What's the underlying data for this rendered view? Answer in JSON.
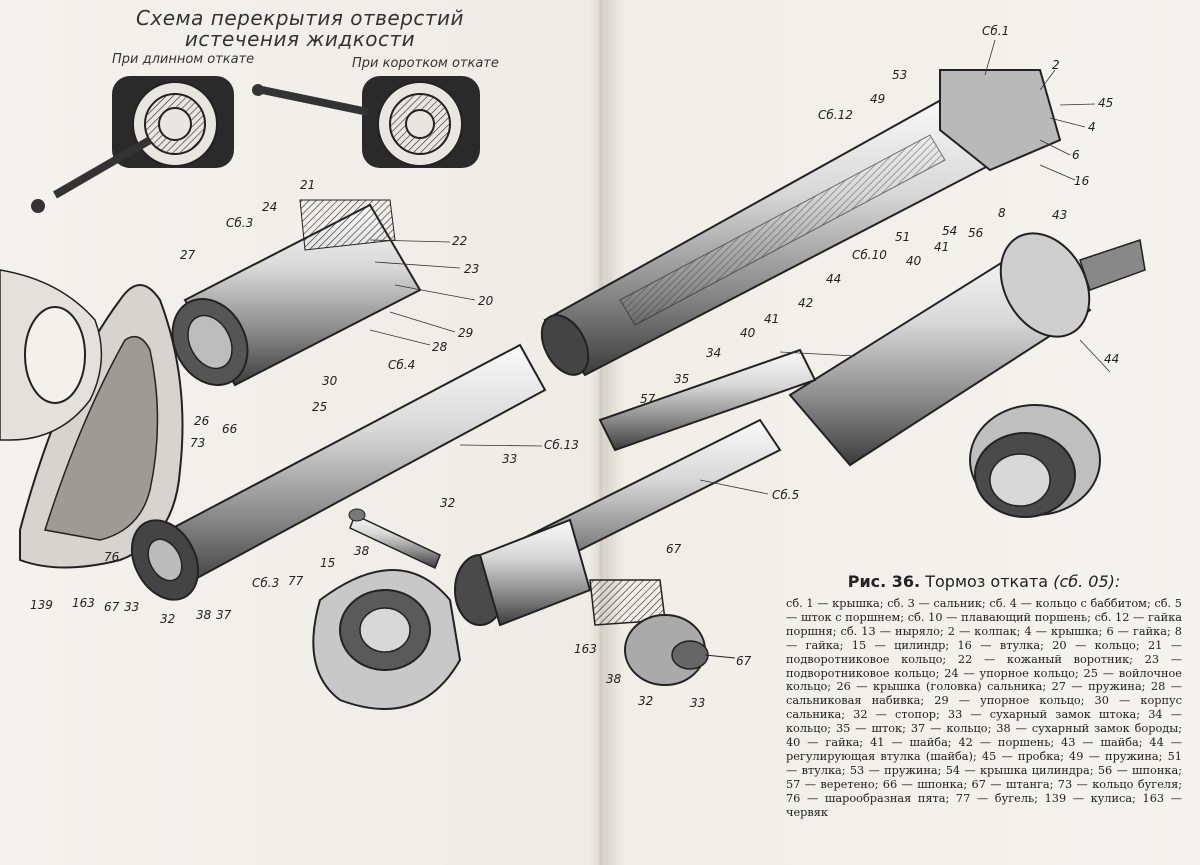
{
  "heading": {
    "line1": "Схема перекрытия отверстий",
    "line2": "истечения жидкости"
  },
  "subheadings": {
    "long": "При длинном откате",
    "short": "При коротком откате"
  },
  "labels": [
    {
      "id": "sb1",
      "text": "Сб.1"
    },
    {
      "id": "n2",
      "text": "2"
    },
    {
      "id": "n45",
      "text": "45"
    },
    {
      "id": "n4",
      "text": "4"
    },
    {
      "id": "n6",
      "text": "6"
    },
    {
      "id": "n16",
      "text": "16"
    },
    {
      "id": "n53",
      "text": "53"
    },
    {
      "id": "n49",
      "text": "49"
    },
    {
      "id": "sb12",
      "text": "Сб.12"
    },
    {
      "id": "n8",
      "text": "8"
    },
    {
      "id": "n56",
      "text": "56"
    },
    {
      "id": "n54",
      "text": "54"
    },
    {
      "id": "n51",
      "text": "51"
    },
    {
      "id": "sb10",
      "text": "Сб.10"
    },
    {
      "id": "n43",
      "text": "43"
    },
    {
      "id": "n41",
      "text": "41"
    },
    {
      "id": "n40b",
      "text": "40"
    },
    {
      "id": "n44a",
      "text": "44"
    },
    {
      "id": "n42",
      "text": "42"
    },
    {
      "id": "n41b",
      "text": "41"
    },
    {
      "id": "n40",
      "text": "40"
    },
    {
      "id": "n34",
      "text": "34"
    },
    {
      "id": "n35",
      "text": "35"
    },
    {
      "id": "n57",
      "text": "57"
    },
    {
      "id": "n44b",
      "text": "44"
    },
    {
      "id": "n21",
      "text": "21"
    },
    {
      "id": "sb3a",
      "text": "Сб.3"
    },
    {
      "id": "n24",
      "text": "24"
    },
    {
      "id": "n22",
      "text": "22"
    },
    {
      "id": "n23",
      "text": "23"
    },
    {
      "id": "n27",
      "text": "27"
    },
    {
      "id": "n20",
      "text": "20"
    },
    {
      "id": "n29",
      "text": "29"
    },
    {
      "id": "n28",
      "text": "28"
    },
    {
      "id": "sb4",
      "text": "Сб.4"
    },
    {
      "id": "n30",
      "text": "30"
    },
    {
      "id": "n25",
      "text": "25"
    },
    {
      "id": "n26",
      "text": "26"
    },
    {
      "id": "n73",
      "text": "73"
    },
    {
      "id": "n66",
      "text": "66"
    },
    {
      "id": "sb13",
      "text": "Сб.13"
    },
    {
      "id": "sb5",
      "text": "Сб.5"
    },
    {
      "id": "n33a",
      "text": "33"
    },
    {
      "id": "n67a",
      "text": "67"
    },
    {
      "id": "n32a",
      "text": "32"
    },
    {
      "id": "n38a",
      "text": "38"
    },
    {
      "id": "n15",
      "text": "15"
    },
    {
      "id": "n77",
      "text": "77"
    },
    {
      "id": "sb3b",
      "text": "Сб.3"
    },
    {
      "id": "n76",
      "text": "76"
    },
    {
      "id": "n163a",
      "text": "163"
    },
    {
      "id": "n67b",
      "text": "67"
    },
    {
      "id": "n33b",
      "text": "33"
    },
    {
      "id": "n32b",
      "text": "32"
    },
    {
      "id": "n38b",
      "text": "38"
    },
    {
      "id": "n37",
      "text": "37"
    },
    {
      "id": "n139",
      "text": "139"
    },
    {
      "id": "n163b",
      "text": "163"
    },
    {
      "id": "n38c",
      "text": "38"
    },
    {
      "id": "n32c",
      "text": "32"
    },
    {
      "id": "n33c",
      "text": "33"
    },
    {
      "id": "n67c",
      "text": "67"
    }
  ],
  "caption": {
    "fig": "Рис. 36.",
    "title": "Тормоз отката",
    "code": "(сб. 05):",
    "text": "сб. 1 — крышка; сб. 3 — сальник; сб. 4 — кольцо с баббитом; сб. 5 — шток с поршнем; сб. 10 — плавающий поршень; сб. 12 — гайка поршня; сб. 13 — ныряло; 2 — колпак; 4 — крышка; 6 — гайка; 8 — гайка; 15 — цилиндр; 16 — втулка; 20 — кольцо; 21 — подворотниковое кольцо; 22 — кожаный воротник; 23 — подворотниковое кольцо; 24 — упорное кольцо; 25 — войлочное кольцо; 26 — крышка (головка) сальника; 27 — пружина; 28 — сальниковая набивка; 29 — упорное кольцо; 30 — корпус сальника; 32 — стопор; 33 — сухарный замок штока; 34 — кольцо; 35 — шток; 37 — кольцо; 38 — сухарный замок бороды; 40 — гайка; 41 — шайба; 42 — поршень; 43 — шайба; 44 — регулирующая втулка (шайба); 45 — пробка; 49 — пружина; 51 — втулка; 53 — пружина; 54 — крышка цилиндра; 56 — шпонка; 57 — веретено; 66 — шпонка; 67 — штанга; 73 — кольцо бугеля; 76 — шарообразная пята; 77 — бугель; 139 — кулиса; 163 — червяк"
  },
  "colors": {
    "ink": "#2a2a2a",
    "paper": "#f3f1ec",
    "shade": "#6e6e6e"
  }
}
